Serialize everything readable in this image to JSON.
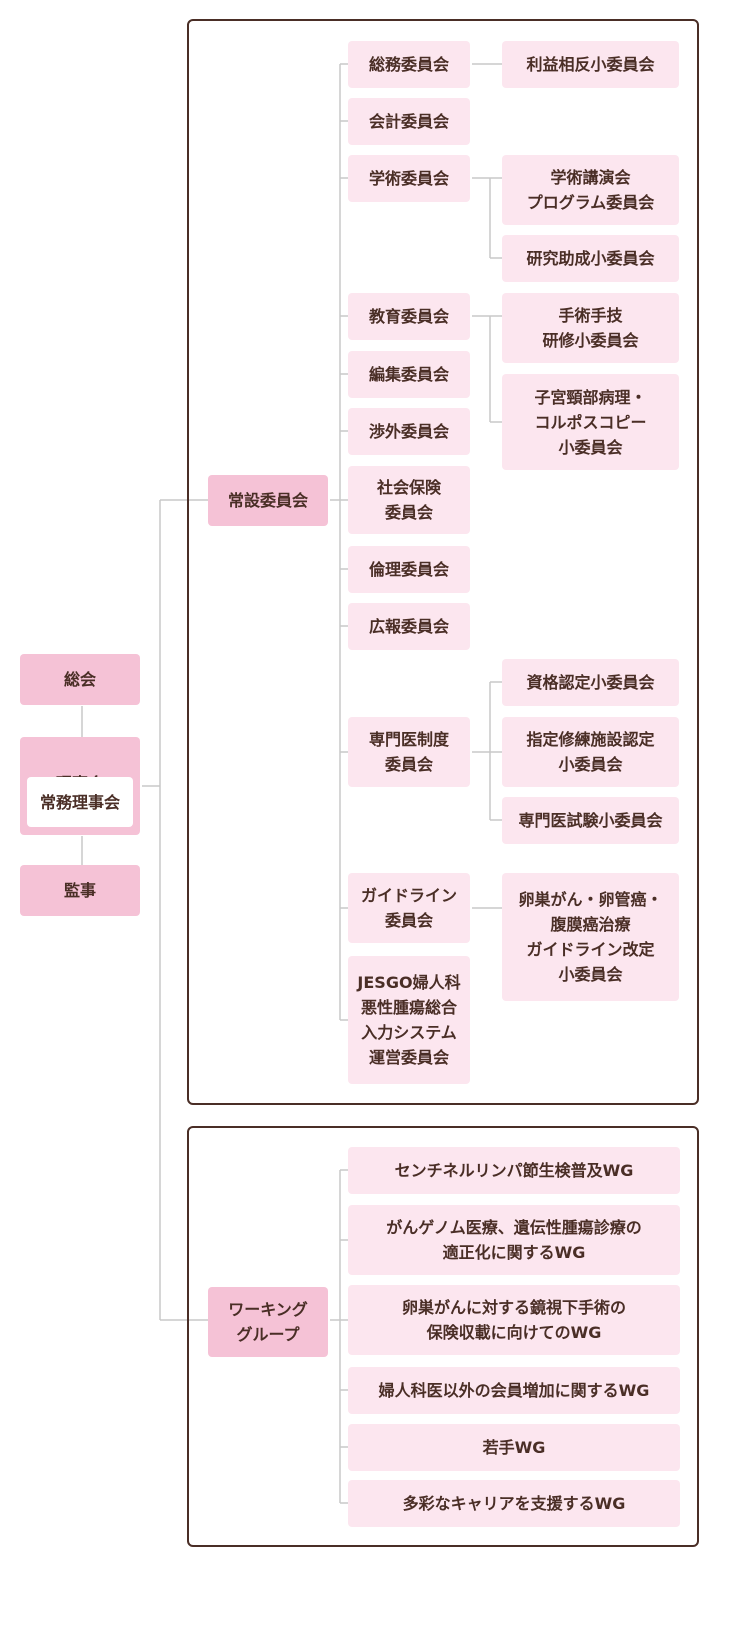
{
  "left": {
    "general_assembly": "総会",
    "board": "理事会",
    "executive_board": "常務理事会",
    "auditor": "監事"
  },
  "standing": {
    "label": "常設委員会",
    "committees": {
      "general_affairs": "総務委員会",
      "accounting": "会計委員会",
      "academic": "学術委員会",
      "education": "教育委員会",
      "editorial": "編集委員会",
      "external": "渉外委員会",
      "social_insurance": "社会保険\n委員会",
      "ethics": "倫理委員会",
      "public_relations": "広報委員会",
      "specialist": "専門医制度\n委員会",
      "guideline": "ガイドライン\n委員会",
      "jesgo": "JESGO婦人科\n悪性腫瘍総合\n入力システム\n運営委員会"
    },
    "subcommittees": {
      "coi": "利益相反小委員会",
      "program": "学術講演会\nプログラム委員会",
      "research_grant": "研究助成小委員会",
      "surgical_training": "手術手技\n研修小委員会",
      "cervical_pathology": "子宮頸部病理・\nコルポスコピー\n小委員会",
      "qualification": "資格認定小委員会",
      "training_facility": "指定修練施設認定\n小委員会",
      "specialist_exam": "専門医試験小委員会",
      "ovarian_guideline": "卵巣がん・卵管癌・\n腹膜癌治療\nガイドライン改定\n小委員会"
    }
  },
  "wg": {
    "label": "ワーキング\nグループ",
    "items": [
      "センチネルリンパ節生検普及WG",
      "がんゲノム医療、遺伝性腫瘍診療の\n適正化に関するWG",
      "卵巣がんに対する鏡視下手術の\n保険収載に向けてのWG",
      "婦人科医以外の会員増加に関するWG",
      "若手WG",
      "多彩なキャリアを支援するWG"
    ]
  }
}
